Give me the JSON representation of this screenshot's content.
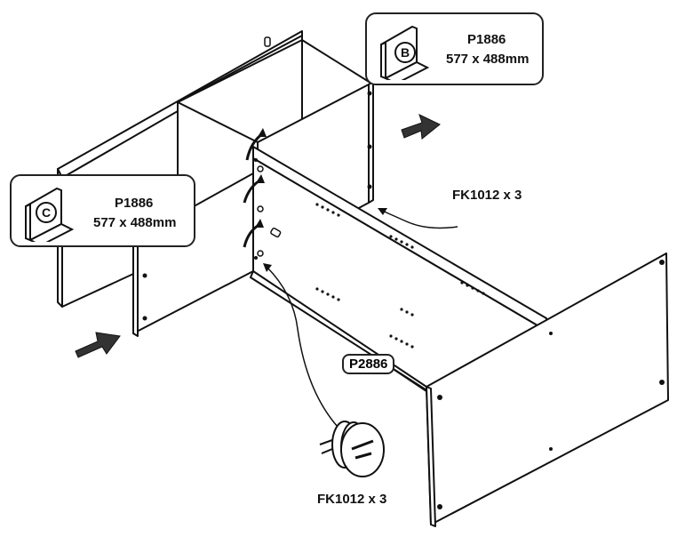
{
  "callout_b": {
    "letter": "B",
    "part": "P1886",
    "size": "577 x 488mm"
  },
  "callout_c": {
    "letter": "C",
    "part": "P1886",
    "size": "577 x 488mm"
  },
  "fastener_top_label": "FK1012 x 3",
  "fastener_bottom_label": "FK1012 x 3",
  "panel_tag": "P2886"
}
